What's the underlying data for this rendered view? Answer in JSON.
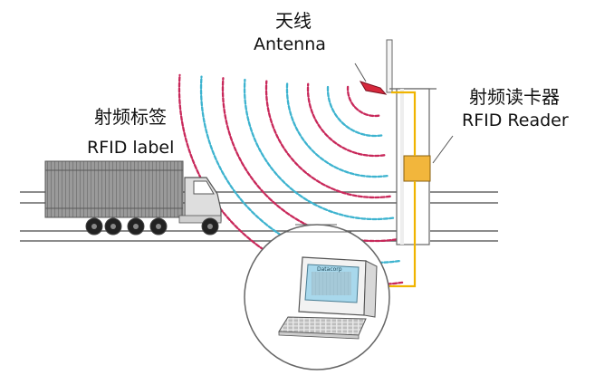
{
  "labels": {
    "antenna_cn": "天线",
    "antenna_en": "Antenna",
    "reader_cn": "射频读卡器",
    "reader_en": "RFID Reader",
    "tag_cn": "射频标签",
    "tag_en": "RFID label"
  },
  "screen_brand": "Datacorp",
  "colors": {
    "wave_red": "#c8285a",
    "wave_blue": "#3db3cf",
    "cable": "#f0b400",
    "reader_box": "#f2b63c",
    "antenna_red": "#d6283c",
    "screen": "#a8d8ec",
    "line": "#555555"
  }
}
